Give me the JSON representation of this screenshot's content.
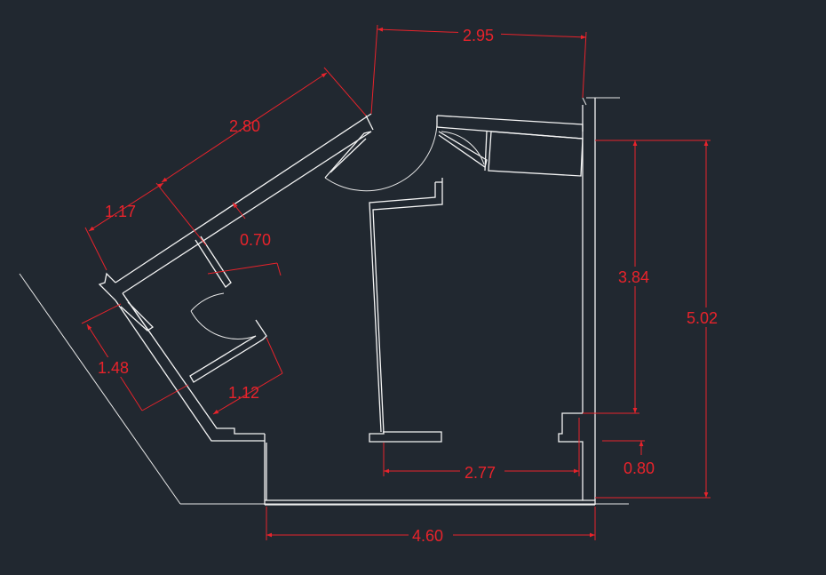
{
  "drawing": {
    "background": "#212830",
    "line_color": "#f4f4f4",
    "dimension_color": "#e8232b",
    "dimensions": {
      "top_width": "2.95",
      "diagonal_wall": "2.80",
      "left_upper": "1.17",
      "small_offset": "0.70",
      "left_lower": "1.48",
      "small_room_width": "1.12",
      "right_inner_height": "3.84",
      "right_total_height": "5.02",
      "inner_bottom_width": "2.77",
      "bottom_offset": "0.80",
      "total_bottom_width": "4.60"
    }
  }
}
